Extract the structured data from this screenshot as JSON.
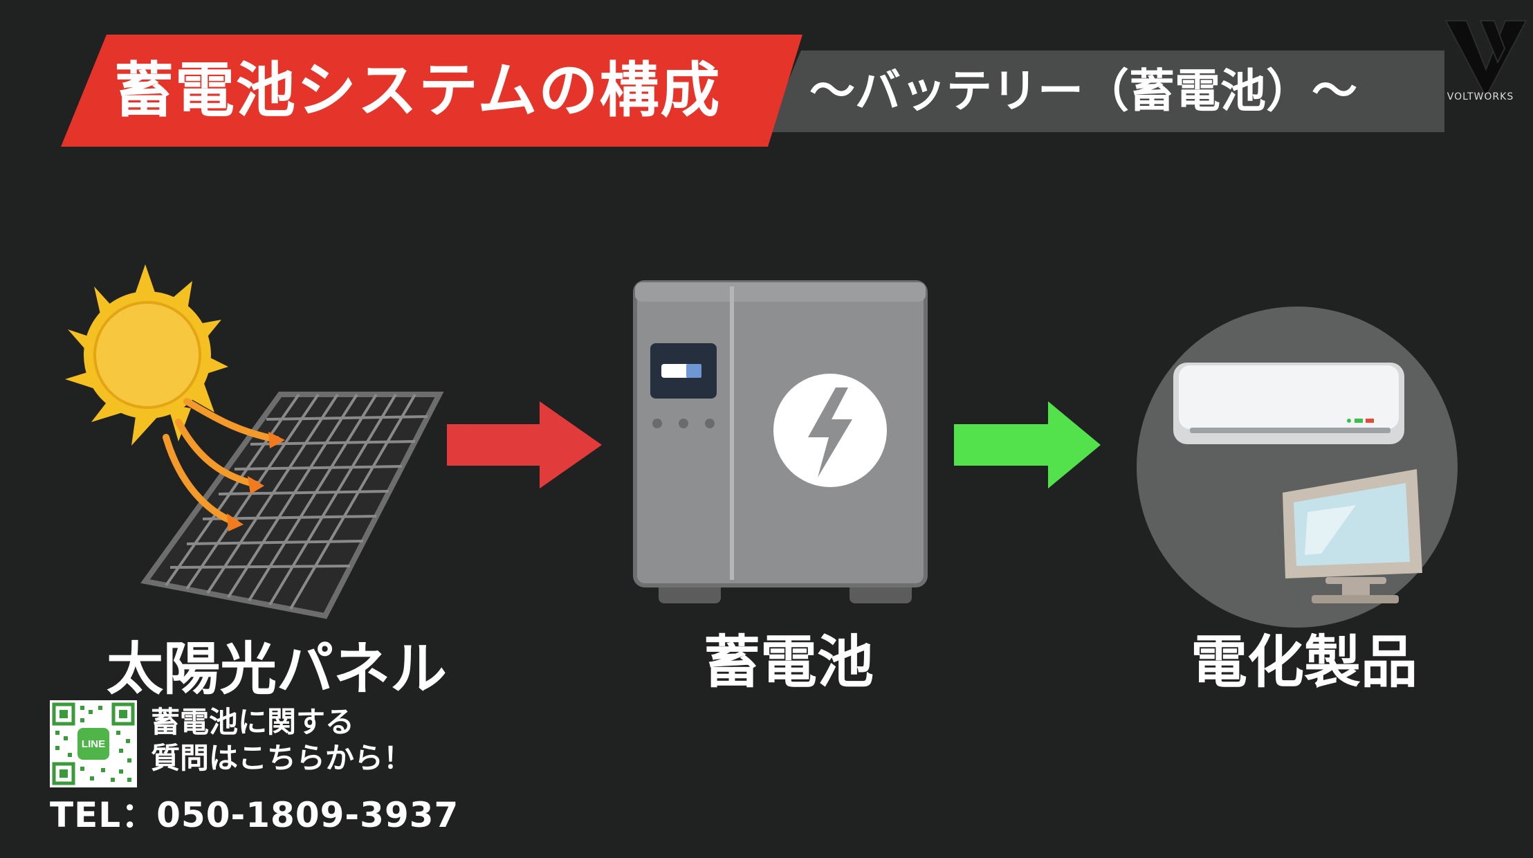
{
  "title": {
    "main": "蓄電池システムの構成",
    "sub": "～バッテリー（蓄電池）～"
  },
  "logo": {
    "text": "VOLTWORKS"
  },
  "diagram": {
    "solar_label": "太陽光パネル",
    "battery_label": "蓄電池",
    "appliance_label": "電化製品"
  },
  "contact": {
    "qr_label": "LINE",
    "line1": "蓄電池に関する",
    "line2": "質問はこちらから！",
    "tel": "TEL：050-1809-3937"
  },
  "colors": {
    "background": "#202121",
    "title_red": "#e5342a",
    "title_gray": "#4a4b4b",
    "arrow_red": "#e23b3b",
    "arrow_green": "#53e24b",
    "sun": "#f4c022"
  }
}
